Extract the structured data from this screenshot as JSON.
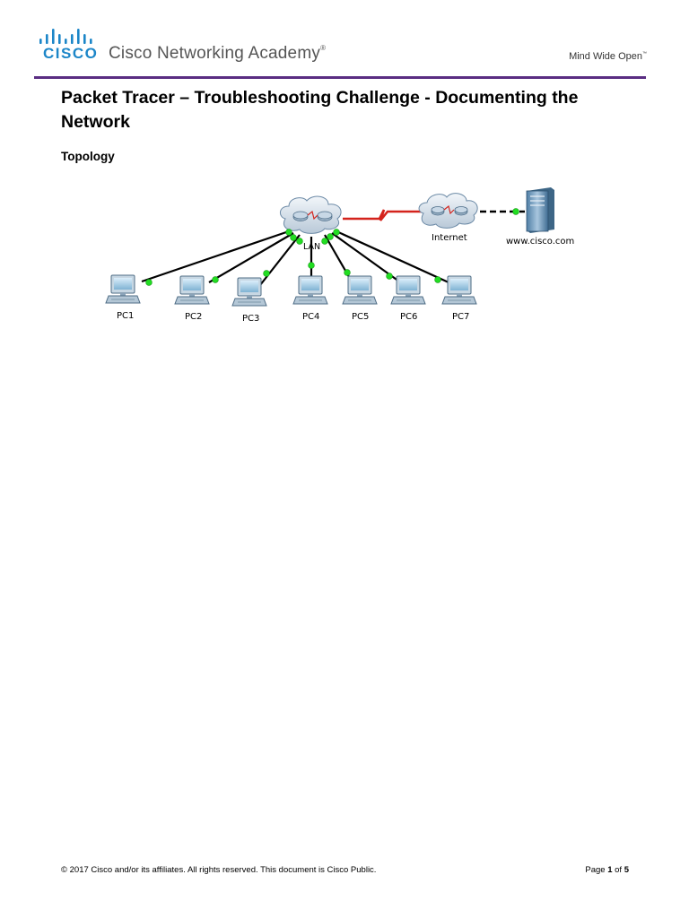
{
  "header": {
    "logo_text": "CISCO",
    "academy_name": "Cisco Networking Academy",
    "academy_mark": "®",
    "tagline": "Mind Wide Open",
    "tagline_mark": "™",
    "rule_color": "#5a2d82",
    "logo_color": "#1c86c8"
  },
  "document": {
    "title": "Packet Tracer – Troubleshooting Challenge - Documenting the Network",
    "section_heading": "Topology"
  },
  "topology": {
    "lan_cloud_label": "LAN",
    "internet_cloud_label": "Internet",
    "server_label": "www.cisco.com",
    "pcs": [
      "PC1",
      "PC2",
      "PC3",
      "PC4",
      "PC5",
      "PC6",
      "PC7"
    ],
    "link_up_color": "#22dd22",
    "serial_link_color": "#d4231c"
  },
  "footer": {
    "copyright": "© 2017 Cisco and/or its affiliates. All rights reserved. This document is Cisco Public.",
    "page_label": "Page",
    "page_current": "1",
    "page_of": "of",
    "page_total": "5"
  }
}
